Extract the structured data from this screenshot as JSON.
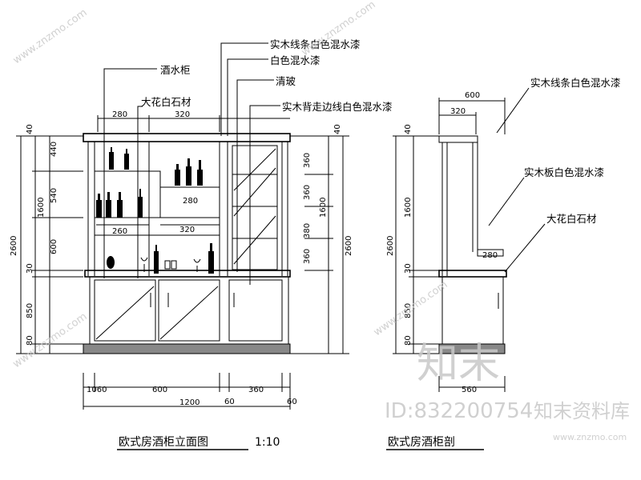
{
  "front_view": {
    "title": "欧式房酒柜立面图",
    "scale": "1:10",
    "labels": {
      "wine_cabinet": "酒水柜",
      "marble_top": "大花白石材",
      "solid_wood_line": "实木线条白色混水漆",
      "white_paint": "白色混水漆",
      "glass": "清玻",
      "solid_wood_edge": "实木背走边线白色混水漆"
    },
    "top_dims": [
      "280",
      "320"
    ],
    "inner_dims": [
      "280",
      "260",
      "320"
    ],
    "left_dims": [
      "40",
      "440",
      "540",
      "1600",
      "600",
      "2600",
      "30",
      "850",
      "80"
    ],
    "right_dims": [
      "40",
      "360",
      "360",
      "1600",
      "380",
      "360",
      "2600"
    ],
    "bottom_dims": [
      "1060",
      "600",
      "1200",
      "60",
      "360",
      "60"
    ]
  },
  "section_view": {
    "title": "欧式房酒柜剖",
    "labels": {
      "solid_wood_line": "实木线条白色混水漆",
      "solid_wood_panel": "实木板白色混水漆",
      "marble": "大花白石材"
    },
    "top_dims": [
      "600",
      "320"
    ],
    "inner_dims": [
      "280"
    ],
    "left_dims": [
      "40",
      "1600",
      "2600",
      "30",
      "850",
      "80"
    ],
    "bottom_dims": [
      "560"
    ]
  },
  "watermark": {
    "site": "www.znzmo.com",
    "brand": "知末",
    "id_text": "ID:832200754",
    "library": "知末资料库"
  }
}
